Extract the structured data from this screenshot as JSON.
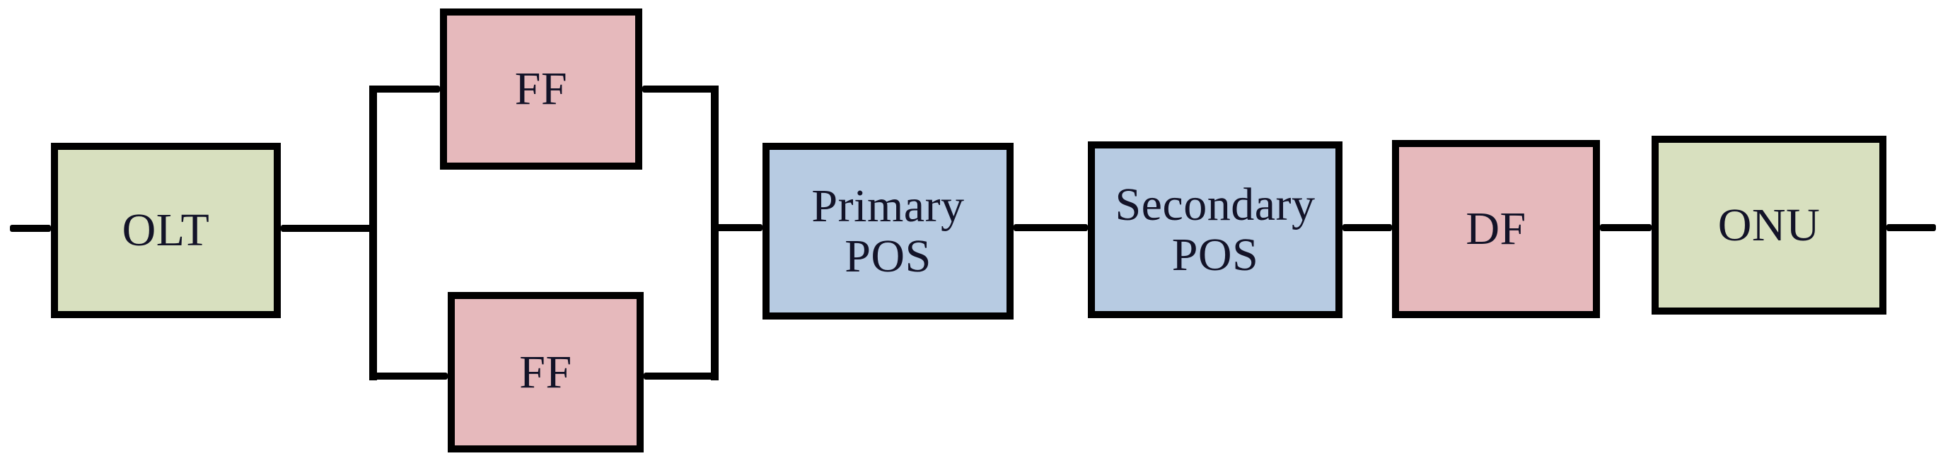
{
  "diagram": {
    "type": "block-diagram",
    "nodes": [
      {
        "id": "olt",
        "label": "OLT",
        "color": "green"
      },
      {
        "id": "ff-top",
        "label": "FF",
        "color": "pink"
      },
      {
        "id": "ff-bottom",
        "label": "FF",
        "color": "pink"
      },
      {
        "id": "primary-pos",
        "label": "Primary\nPOS",
        "color": "blue"
      },
      {
        "id": "secondary-pos",
        "label": "Secondary\nPOS",
        "color": "blue"
      },
      {
        "id": "df",
        "label": "DF",
        "color": "pink"
      },
      {
        "id": "onu",
        "label": "ONU",
        "color": "green"
      }
    ],
    "edges": [
      {
        "from": "input",
        "to": "olt"
      },
      {
        "from": "olt",
        "to": "split"
      },
      {
        "from": "split",
        "to": "ff-top"
      },
      {
        "from": "split",
        "to": "ff-bottom"
      },
      {
        "from": "ff-top",
        "to": "join"
      },
      {
        "from": "ff-bottom",
        "to": "join"
      },
      {
        "from": "join",
        "to": "primary-pos"
      },
      {
        "from": "primary-pos",
        "to": "secondary-pos"
      },
      {
        "from": "secondary-pos",
        "to": "df"
      },
      {
        "from": "df",
        "to": "onu"
      },
      {
        "from": "onu",
        "to": "output"
      }
    ]
  },
  "palette": {
    "green": "#d8e0bf",
    "pink": "#e6b9bc",
    "blue": "#b7cbe2",
    "line": "#000000",
    "text": "#131328",
    "background": "#ffffff"
  }
}
